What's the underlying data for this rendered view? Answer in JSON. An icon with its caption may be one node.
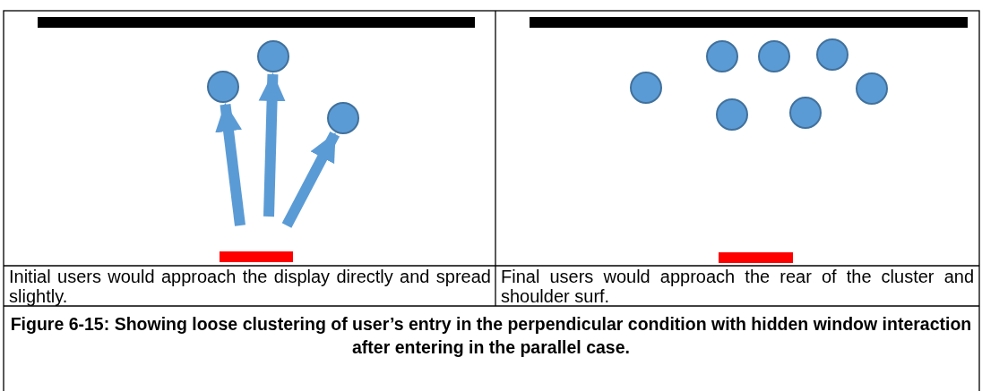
{
  "diagram": {
    "caption": "Figure 6-15: Showing loose clustering of user’s entry in the perpendicular condition with hidden window interaction after entering in the parallel case.",
    "nodes": [
      {
        "text": [],
        "shape": "circle"
      },
      {
        "text": [],
        "shape": "circle"
      },
      {
        "text": [],
        "shape": "circle"
      },
      {
        "text": [],
        "shape": "circle"
      },
      {
        "text": [],
        "shape": "circle"
      },
      {
        "text": [],
        "shape": "circle"
      },
      {
        "text": [],
        "shape": "circle"
      },
      {
        "text": [],
        "shape": "circle"
      },
      {
        "text": [],
        "shape": "circle"
      },
      {
        "text": [],
        "shape": "circle"
      }
    ],
    "edges": [
      {
        "from": null,
        "to": 0,
        "arrow": "to"
      },
      {
        "from": null,
        "to": 1,
        "arrow": "to"
      },
      {
        "from": null,
        "to": 2,
        "arrow": "to"
      }
    ],
    "labels": [
      "Initial users would approach the display directly and spread slightly.",
      "Final users would approach the rear of the cluster and shoulder surf."
    ]
  }
}
